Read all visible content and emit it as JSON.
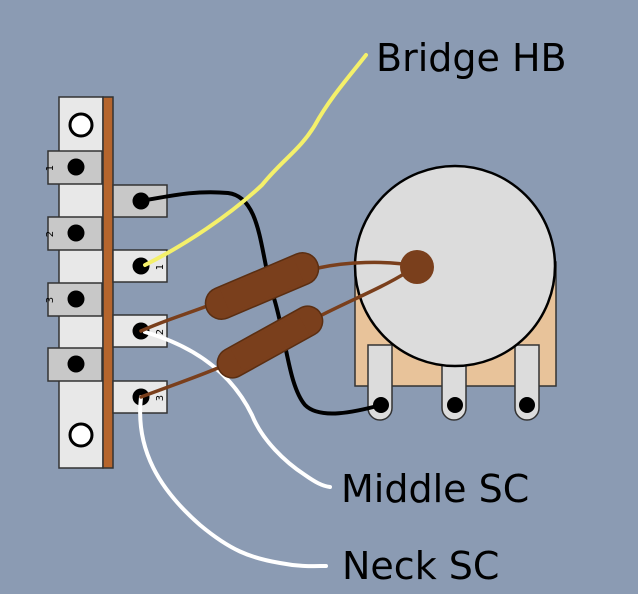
{
  "labels": {
    "bridge": "Bridge HB",
    "middle": "Middle SC",
    "neck": "Neck SC"
  },
  "switch": {
    "left_positions": [
      "1",
      "2",
      "3"
    ],
    "right_positions": [
      "1",
      "2",
      "3"
    ]
  },
  "colors": {
    "background": "#8b9bb3",
    "wire_bridge": "#f4f06a",
    "wire_pickup": "#ffffff",
    "wire_ground": "#000000",
    "wire_resistor_lead": "#7a3f1c",
    "resistor_body": "#7a3f1c",
    "switch_rail": "#b5652d",
    "pot_body": "#dcdcdc",
    "pot_lug_plate": "#e8c39a"
  }
}
